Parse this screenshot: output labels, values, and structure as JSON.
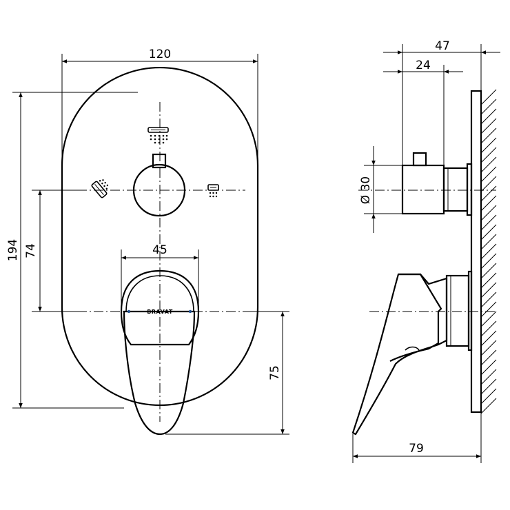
{
  "front_view": {
    "dim_width": "120",
    "dim_height": "194",
    "dim_center_offset": "74",
    "dim_handle_width": "45",
    "dim_handle_drop": "75",
    "brand_label": "BRAVAT"
  },
  "side_view": {
    "dim_total_depth_top": "47",
    "dim_knob_depth": "24",
    "dim_diameter": "Ø 30",
    "dim_handle_depth": "79"
  },
  "icons": {
    "top_outlet": "overhead-shower-icon",
    "left_outlet": "hand-shower-icon",
    "right_outlet": "bath-spout-icon"
  }
}
